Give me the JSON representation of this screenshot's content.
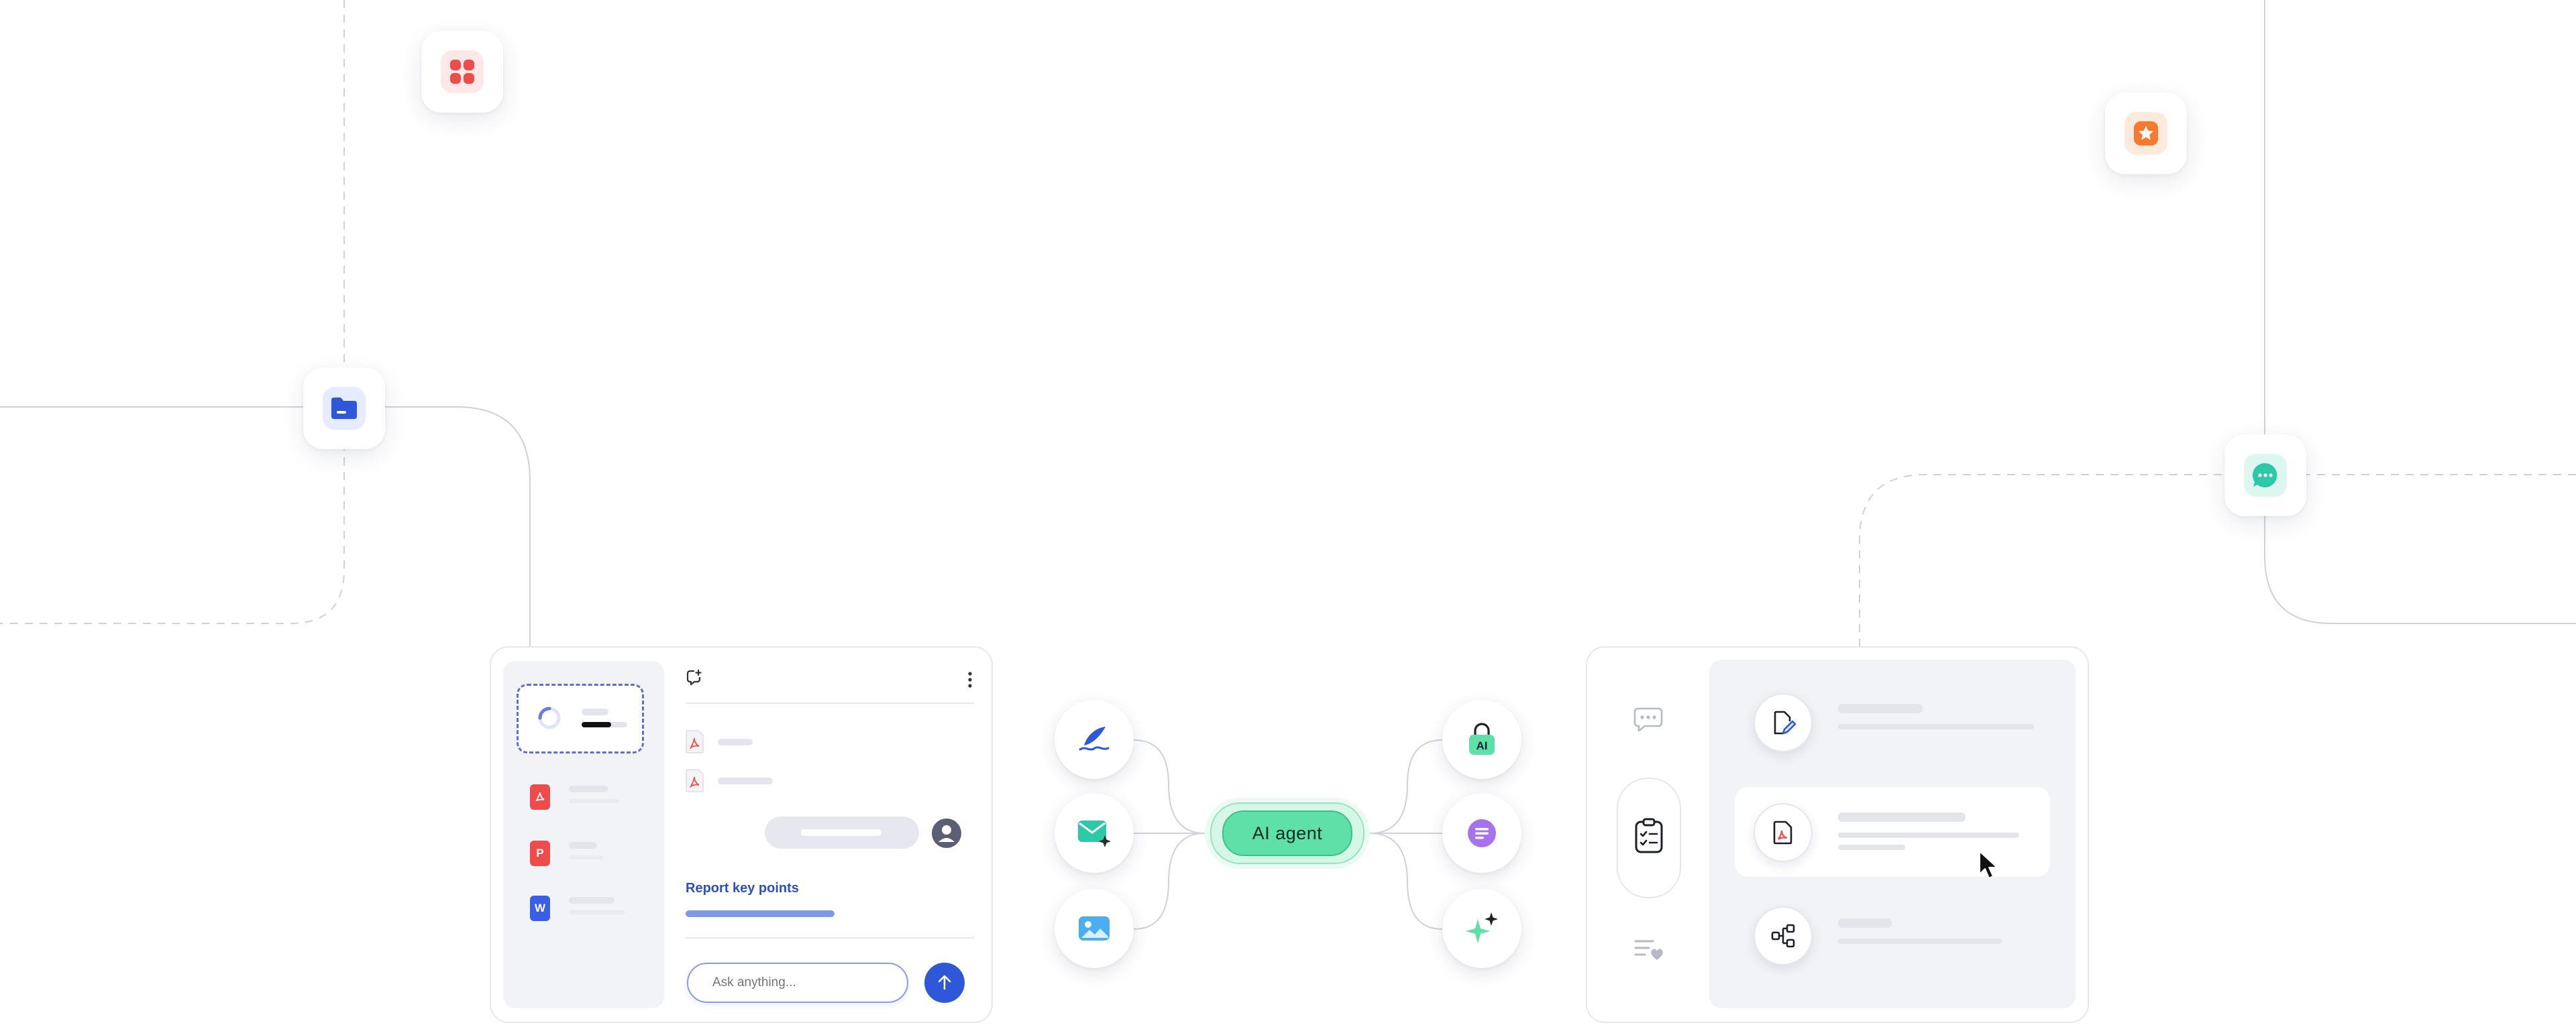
{
  "left_panel": {
    "report_label": "Report key points",
    "ask_placeholder": "Ask anything..."
  },
  "center": {
    "agent_label": "AI agent",
    "lock_badge_text": "AI"
  },
  "doc_badges": {
    "pdf": "",
    "ppt": "P",
    "word": "W"
  },
  "colors": {
    "primary_blue": "#2e58d8",
    "agent_green": "#5fe0a8",
    "pdf_red": "#ef4b4b",
    "word_blue": "#3b5ee6",
    "orange": "#f57a2f",
    "teal": "#2bc9a8",
    "purple": "#a773ea"
  },
  "icons": {
    "floating": [
      "apps-grid-icon",
      "folder-icon",
      "star-badge-icon",
      "chat-bubble-icon"
    ],
    "left_nodes": [
      "feather-pen-icon",
      "ai-mail-icon",
      "image-icon"
    ],
    "right_nodes": [
      "ai-lock-icon",
      "note-icon",
      "sparkle-icon"
    ],
    "right_rail": [
      "chat-dots-icon",
      "clipboard-checklist-icon",
      "list-heart-icon"
    ],
    "right_list": [
      "edit-document-icon",
      "pdf-document-icon",
      "flow-structure-icon"
    ]
  }
}
